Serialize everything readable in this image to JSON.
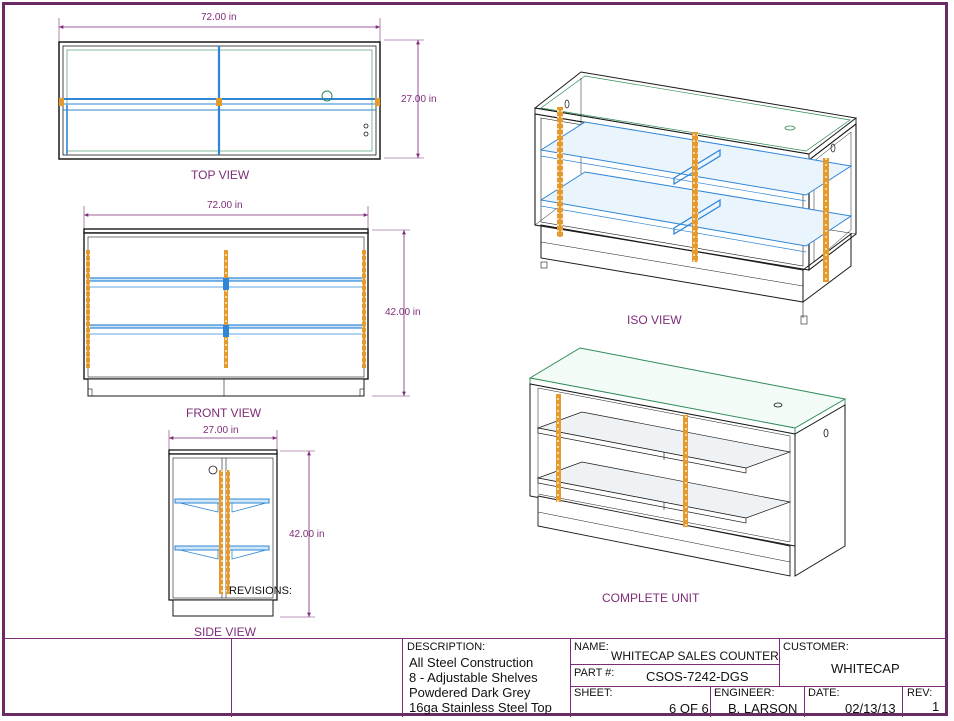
{
  "views": {
    "top": {
      "label": "TOP VIEW",
      "width_dim": "72.00 in",
      "depth_dim": "27.00 in"
    },
    "front": {
      "label": "FRONT VIEW",
      "width_dim": "72.00 in",
      "height_dim": "42.00 in"
    },
    "side": {
      "label": "SIDE VIEW",
      "depth_dim": "27.00 in",
      "height_dim": "42.00 in"
    },
    "iso": {
      "label": "ISO VIEW"
    },
    "complete": {
      "label": "COMPLETE UNIT"
    }
  },
  "revisions_label": "REVISIONS:",
  "title_block": {
    "description_header": "DESCRIPTION:",
    "description_lines": [
      "All Steel Construction",
      "8 - Adjustable Shelves",
      "Powdered Dark Grey",
      "16ga Stainless Steel Top"
    ],
    "name_header": "NAME:",
    "name_value": "WHITECAP SALES COUNTER",
    "customer_header": "CUSTOMER:",
    "customer_value": "WHITECAP",
    "part_header": "PART #:",
    "part_value": "CSOS-7242-DGS",
    "sheet_header": "SHEET:",
    "sheet_value": "6 OF 6",
    "engineer_header": "ENGINEER:",
    "engineer_value": "B. LARSON",
    "date_header": "DATE:",
    "date_value": "02/13/13",
    "rev_header": "REV:",
    "rev_value": "1"
  },
  "colors": {
    "frame": "#6a2a63",
    "label": "#7d2c78",
    "line": "#1a1a1a",
    "shelf": "#2f86d6",
    "standard": "#e59a2e",
    "top_edge": "#2e8b57"
  }
}
